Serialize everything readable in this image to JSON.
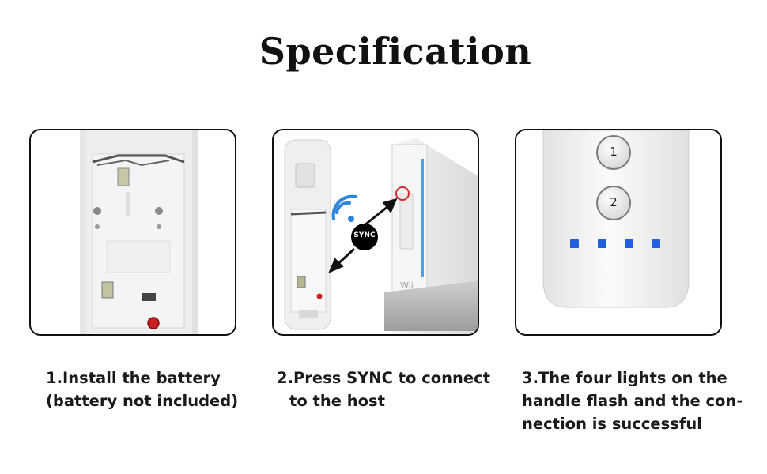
{
  "title": "Specification",
  "steps": [
    {
      "lines": [
        "1.Install the battery",
        "(battery not included)"
      ]
    },
    {
      "lines": [
        "2.Press SYNC to connect",
        "to the host"
      ]
    },
    {
      "lines": [
        "3.The four lights on the",
        "handle flash and the con-",
        "nection is successful"
      ]
    }
  ],
  "sync_label": "SYNC",
  "console_logo": "Wii",
  "remote_buttons": [
    "1",
    "2"
  ],
  "colors": {
    "led": "#1f5fe0",
    "sync_ring": "#d62a2a",
    "wifi": "#2d86d9",
    "console_glow": "#4aa3e8"
  }
}
